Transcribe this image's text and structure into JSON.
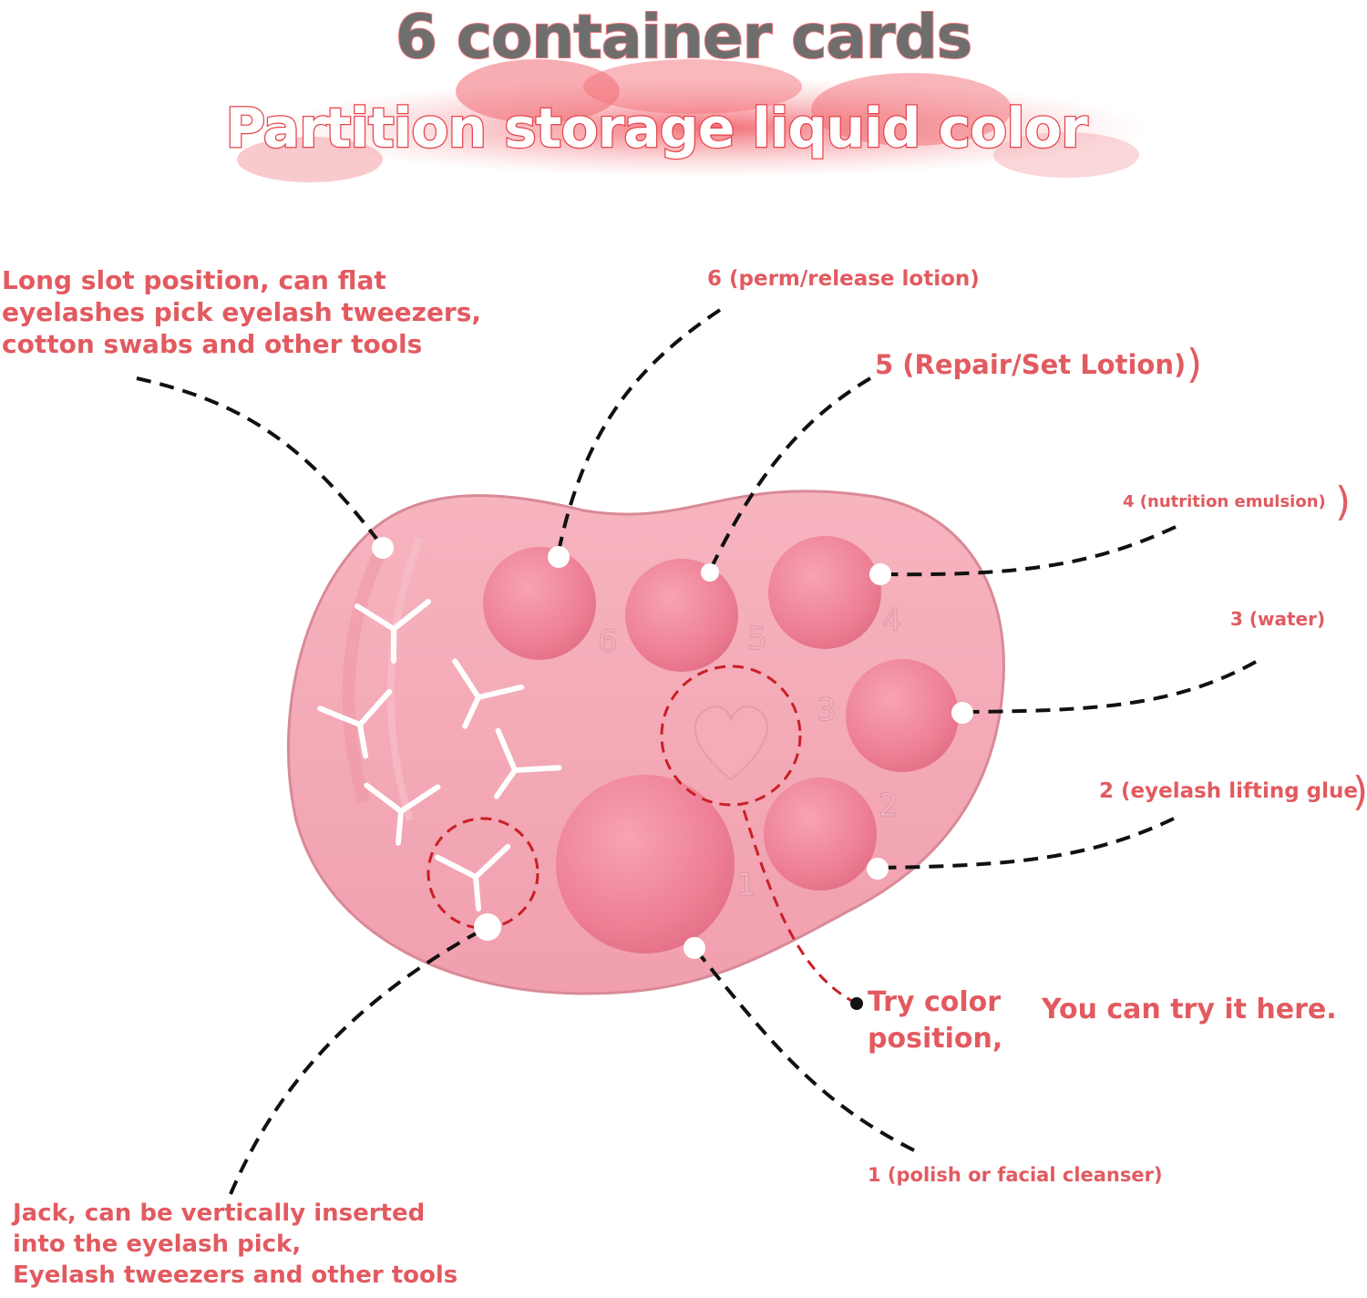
{
  "header": {
    "title": "6 container cards",
    "subtitle": "Partition storage liquid color"
  },
  "labels": {
    "long_slot": "Long slot position, can flat\neyelashes pick eyelash tweezers,\ncotton swabs and other tools",
    "slot6": "6 (perm/release lotion)",
    "slot5": "5 (Repair/Set Lotion)",
    "slot4": "4 (nutrition emulsion)",
    "slot3": "3 (water)",
    "slot2": "2 (eyelash lifting glue",
    "slot1": "1 (polish or facial cleanser)",
    "try_color": "Try color\nposition,",
    "try_here": "You can try it here.",
    "jack": "Jack, can be vertically inserted\ninto the eyelash pick,\nEyelash tweezers and other tools"
  },
  "tray": {
    "well_numbers": [
      "6",
      "5",
      "4",
      "3",
      "2",
      "1"
    ]
  },
  "colors": {
    "label_red": "#e25a60",
    "tray_pink": "#f4a9b6",
    "well_pink": "#f0849a",
    "dash_black": "#111111",
    "dash_red": "#c91f26"
  }
}
